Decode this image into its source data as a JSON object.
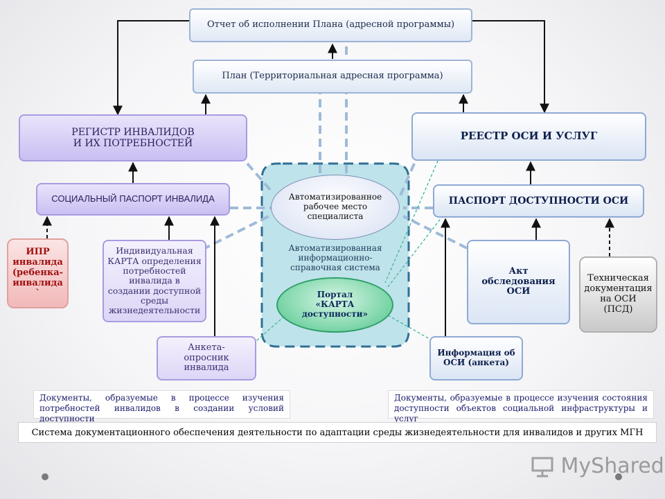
{
  "boxes": {
    "report": "Отчет об исполнении Плана (адресной программы)",
    "plan": "План (Территориальная адресная программа)",
    "registry_line1": "РЕГИСТР ИНВАЛИДОВ",
    "registry_line2": "И ИХ ПОТРЕБНОСТЕЙ",
    "social_passport": "СОЦИАЛЬНЫЙ ПАСПОРТ ИНВАЛИДА",
    "ipr": "ИПР инвалида (ребенка-инвалида `",
    "individual_card": "Индивидуальная КАРТА определения потребностей инвалида в создании доступной среды жизнедеятельности",
    "survey": "Анкета-опросник инвалида",
    "automated_workplace": "Автоматизированное рабочее место специалиста",
    "ais_system": "Автоматизированная информационно-справочная система",
    "portal": "Портал «КАРТА доступности»",
    "osi_register": "РЕЕСТР ОСИ И УСЛУГ",
    "accessibility_passport": "ПАСПОРТ ДОСТУПНОСТИ ОСИ",
    "inspection_act": "Акт обследования ОСИ",
    "tech_docs": "Техническая документация на ОСИ (ПСД)",
    "osi_info": "Информация об ОСИ (анкета)"
  },
  "captions": {
    "left": "Документы, образуемые в процессе изучения потребностей инвалидов в создании условий доступности",
    "right": "Документы, образуемые в процессе изучения состояния доступности объектов социальной инфраструктуры и услуг"
  },
  "footer": "Система документационного обеспечения деятельности по адаптации среды жизнедеятельности для инвалидов и других МГН",
  "logo": "MyShared"
}
